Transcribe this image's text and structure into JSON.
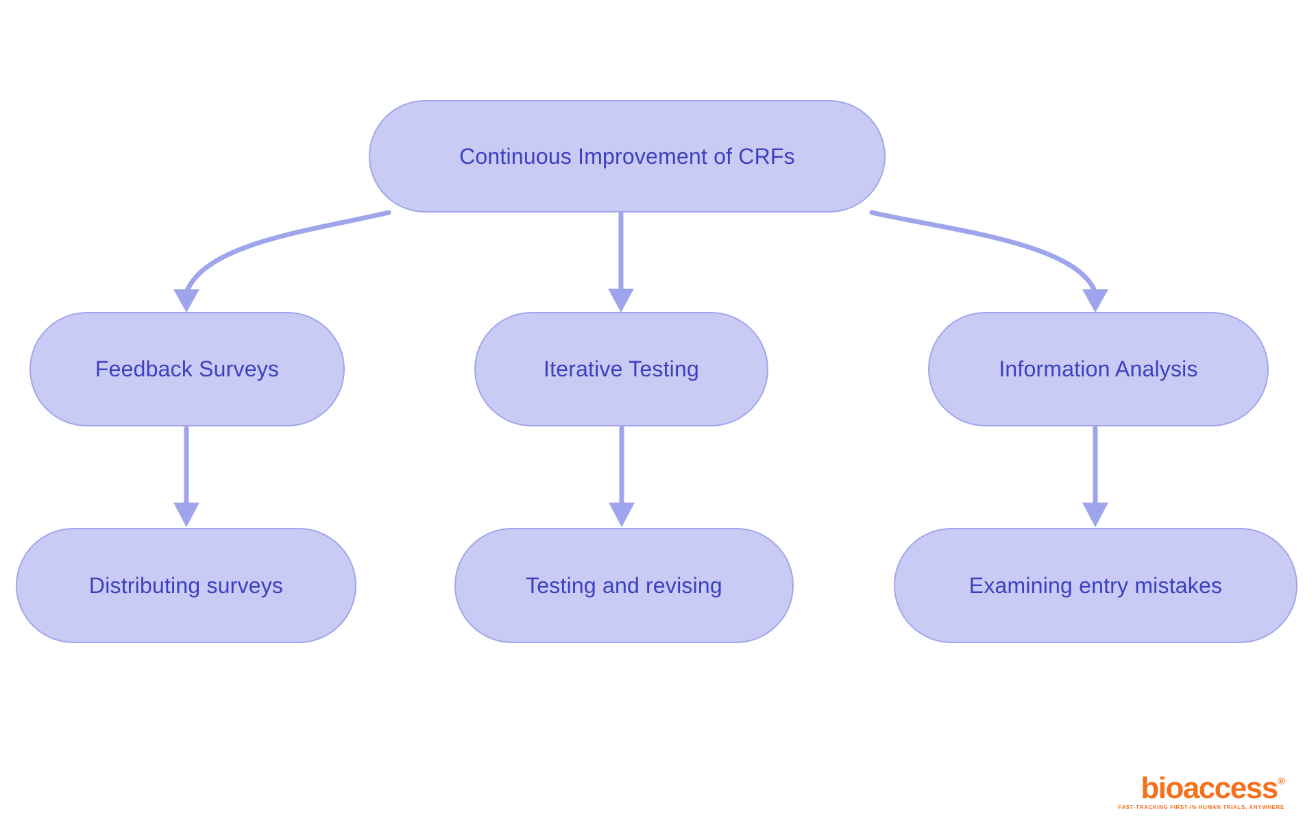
{
  "colors": {
    "background": "#ffffff",
    "node-fill": "#c9cbf4",
    "node-border": "#a0a6ec",
    "node-text": "#3c40bf",
    "arrow": "#9fa5ec",
    "logo-orange": "#f4701d"
  },
  "diagram": {
    "type": "flowchart",
    "nodes": [
      {
        "id": "root",
        "label": "Continuous Improvement of CRFs"
      },
      {
        "id": "feedback-surveys",
        "label": "Feedback Surveys"
      },
      {
        "id": "iterative-testing",
        "label": "Iterative Testing"
      },
      {
        "id": "information-analysis",
        "label": "Information Analysis"
      },
      {
        "id": "distributing-surveys",
        "label": "Distributing surveys"
      },
      {
        "id": "testing-and-revising",
        "label": "Testing and revising"
      },
      {
        "id": "examining-mistakes",
        "label": "Examining entry mistakes"
      }
    ],
    "edges": [
      {
        "from": "root",
        "to": "feedback-surveys"
      },
      {
        "from": "root",
        "to": "iterative-testing"
      },
      {
        "from": "root",
        "to": "information-analysis"
      },
      {
        "from": "feedback-surveys",
        "to": "distributing-surveys"
      },
      {
        "from": "iterative-testing",
        "to": "testing-and-revising"
      },
      {
        "from": "information-analysis",
        "to": "examining-mistakes"
      }
    ]
  },
  "logo": {
    "wordmark": "bioaccess",
    "registered_mark": "®",
    "tagline": "FAST-TRACKING FIRST-IN-HUMAN TRIALS, ANYWHERE"
  }
}
